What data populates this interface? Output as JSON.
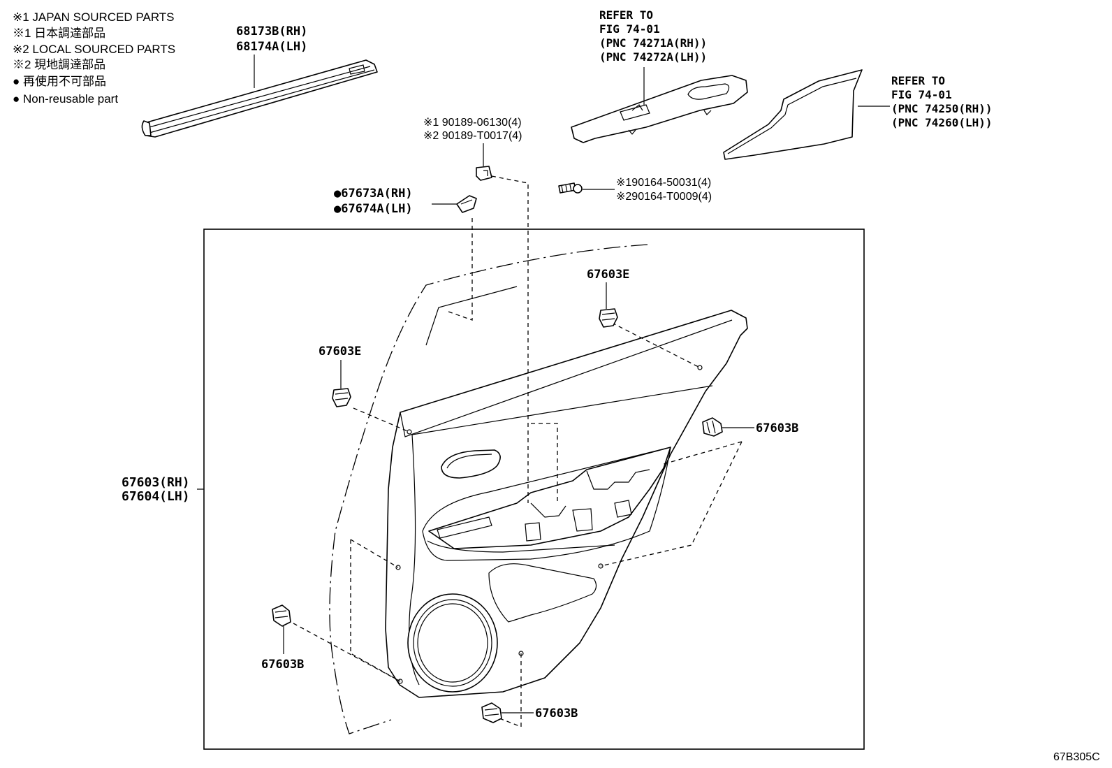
{
  "legend": {
    "line1": "※1 JAPAN SOURCED PARTS",
    "line2": "※1 日本調達部品",
    "line3": "※2 LOCAL SOURCED PARTS",
    "line4": "※2 現地調達部品",
    "line5": "● 再使用不可部品",
    "line6": "● Non-reusable part"
  },
  "parts": {
    "weatherstrip_rh": "68173B(RH)",
    "weatherstrip_lh": "68174A(LH)",
    "switch_ref_title": "REFER TO",
    "switch_ref_fig": "FIG 74-01",
    "switch_ref_rh": "(PNC 74271A(RH))",
    "switch_ref_lh": "(PNC 74272A(LH))",
    "armrest_ref_title": "REFER TO",
    "armrest_ref_fig": "FIG 74-01",
    "armrest_ref_rh": "(PNC 74250(RH))",
    "armrest_ref_lh": "(PNC 74260(LH))",
    "nut_1": "※1 90189-06130(4)",
    "nut_2": "※2 90189-T0017(4)",
    "screw_1": "※190164-50031(4)",
    "screw_2": "※290164-T0009(4)",
    "cover_rh": "●67673A(RH)",
    "cover_lh": "●67674A(LH)",
    "clip_e_top": "67603E",
    "clip_e_left": "67603E",
    "clip_b_right": "67603B",
    "clip_b_left": "67603B",
    "clip_b_bottom": "67603B",
    "panel_rh": "67603(RH)",
    "panel_lh": "67604(LH)"
  },
  "figure_code": "67B305C"
}
